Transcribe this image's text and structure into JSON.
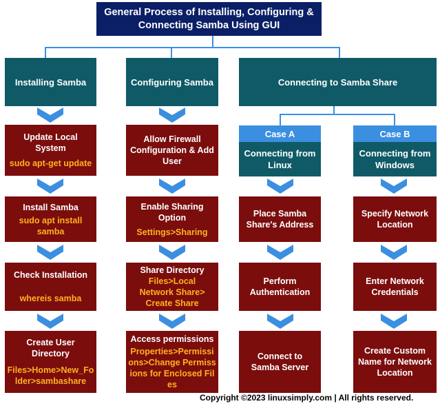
{
  "title": "General Process of Installing, Configuring & Connecting Samba Using GUI",
  "columns": {
    "installing": {
      "header": "Installing Samba",
      "steps": [
        {
          "label": "Update Local System",
          "cmd": "sudo apt-get update"
        },
        {
          "label": "Install Samba",
          "cmd": "sudo apt install samba"
        },
        {
          "label": "Check Installation",
          "cmd": "whereis samba"
        },
        {
          "label": "Create User Directory",
          "cmd": "Files>Home>New_Folder>sambashare"
        }
      ]
    },
    "configuring": {
      "header": "Configuring Samba",
      "steps": [
        {
          "label": "Allow Firewall Configuration & Add User",
          "cmd": ""
        },
        {
          "label": "Enable Sharing Option",
          "cmd": "Settings>Sharing"
        },
        {
          "label": "Share Directory",
          "cmd": "Files>Local Network Share> Create Share"
        },
        {
          "label": "Access permissions",
          "cmd": "Properties>Permissions>Change Permissions for Enclosed Files"
        }
      ]
    },
    "connecting": {
      "header": "Connecting to Samba Share",
      "case_a": {
        "case_label": "Case A",
        "title": "Connecting from Linux",
        "steps": [
          "Place Samba Share's Address",
          "Perform Authentication",
          "Connect to Samba Server"
        ]
      },
      "case_b": {
        "case_label": "Case B",
        "title": "Connecting from Windows",
        "steps": [
          "Specify Network Location",
          "Enter Network Credentials",
          "Create Custom Name for Network Location"
        ]
      }
    }
  },
  "copyright": "Copyright ©2023 linuxsimply.com | All rights reserved.",
  "colors": {
    "title_bg": "#0b1f66",
    "header_bg": "#0f5a66",
    "step_bg": "#7b0d0d",
    "command_text": "#ffb21e",
    "connector": "#3b8fe0",
    "case_bg": "#3b8fe0"
  }
}
